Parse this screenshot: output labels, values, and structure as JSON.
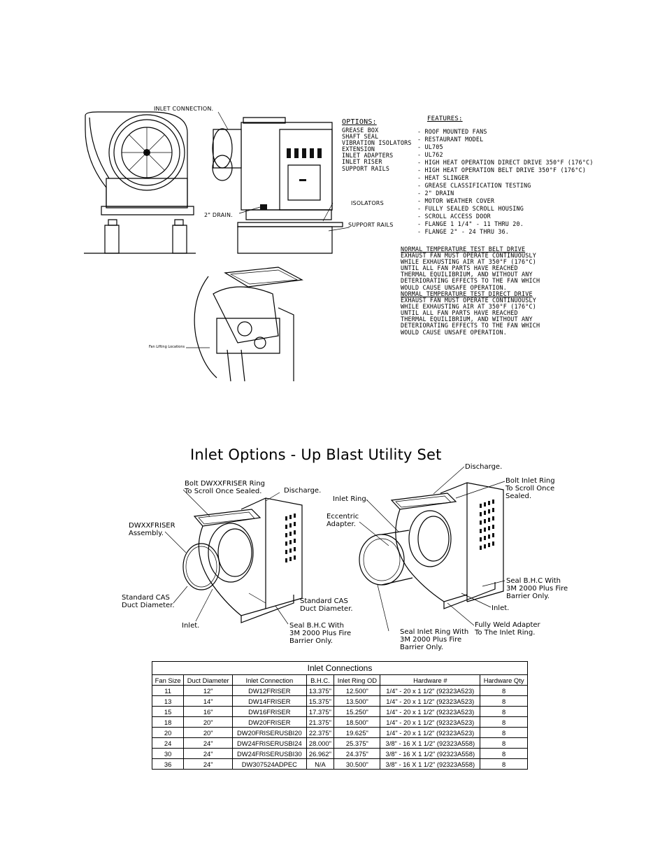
{
  "top_drawing": {
    "labels": {
      "inlet_connection": "INLET CONNECTION.",
      "drain": "2\" DRAIN.",
      "isolators": "ISOLATORS",
      "support_rails": "SUPPORT RAILS",
      "fan_lifting": "Fan Lifting Locations"
    },
    "options_title": "OPTIONS:",
    "options": [
      "GREASE BOX",
      "SHAFT SEAL",
      "VIBRATION ISOLATORS",
      "EXTENSION",
      "INLET ADAPTERS",
      "INLET RISER",
      "SUPPORT RAILS"
    ],
    "features_title": "FEATURES:",
    "features": [
      "- ROOF MOUNTED FANS",
      "- RESTAURANT MODEL",
      "- UL705",
      "- UL762",
      "- HIGH HEAT OPERATION DIRECT DRIVE 350°F (176°C)",
      "- HIGH HEAT OPERATION BELT DRIVE 350°F (176°C)",
      "- HEAT SLINGER",
      "- GREASE CLASSIFICATION TESTING",
      "- 2\" DRAIN",
      "- MOTOR WEATHER COVER",
      "- FULLY SEALED SCROLL HOUSING",
      "- SCROLL ACCESS DOOR",
      "- FLANGE 1 1/4\" - 11 THRU 20.",
      "- FLANGE 2\" - 24 THRU 36."
    ],
    "belt_drive_title": "NORMAL TEMPERATURE TEST BELT DRIVE",
    "belt_drive_text": [
      "EXHAUST FAN MUST OPERATE CONTINUOUSLY",
      "WHILE EXHAUSTING AIR AT 350°F (176°C)",
      "UNTIL ALL FAN PARTS HAVE REACHED",
      "THERMAL EQUILIBRIUM, AND WITHOUT ANY",
      "DETERIORATING EFFECTS TO THE FAN WHICH",
      "WOULD CAUSE UNSAFE OPERATION."
    ],
    "direct_drive_title": "NORMAL TEMPERATURE TEST DIRECT DRIVE",
    "direct_drive_text": [
      "EXHAUST FAN MUST OPERATE CONTINUOUSLY",
      "WHILE EXHAUSTING AIR AT 350°F (176°C)",
      "UNTIL ALL FAN PARTS HAVE REACHED",
      "THERMAL EQUILIBRIUM, AND WITHOUT ANY",
      "DETERIORATING EFFECTS TO THE FAN WHICH",
      "WOULD CAUSE UNSAFE OPERATION."
    ]
  },
  "inlet_options": {
    "title": "Inlet Options - Up Blast Utility Set",
    "left": {
      "bolt_ring": "Bolt DWXXFRISER Ring\nTo Scroll Once Sealed.",
      "discharge": "Discharge.",
      "assembly": "DWXXFRISER\nAssembly.",
      "standard_cas": "Standard CAS\nDuct Diameter.",
      "inlet": "Inlet.",
      "standard_cas_2": "Standard CAS\nDuct Diameter.",
      "seal_bhc": "Seal B.H.C With\n3M 2000 Plus Fire\nBarrier Only."
    },
    "right": {
      "discharge": "Discharge.",
      "bolt_inlet_ring": "Bolt Inlet Ring\nTo Scroll Once\nSealed.",
      "inlet_ring": "Inlet Ring.",
      "eccentric": "Eccentric\nAdapter.",
      "seal_bhc": "Seal B.H.C With\n3M 2000 Plus Fire\nBarrier Only.",
      "inlet": "Inlet.",
      "weld": "Fully Weld Adapter\nTo The Inlet Ring.",
      "seal_inlet_ring": "Seal Inlet Ring With\n3M 2000 Plus Fire\nBarrier Only."
    }
  },
  "inlet_connections": {
    "caption": "Inlet Connections",
    "headers": [
      "Fan Size",
      "Duct Diameter",
      "Inlet Connection",
      "B.H.C.",
      "Inlet Ring OD",
      "Hardware #",
      "Hardware Qty"
    ],
    "rows": [
      [
        "11",
        "12\"",
        "DW12FRISER",
        "13.375\"",
        "12.500\"",
        "1/4\" - 20 x 1 1/2\" (92323A523)",
        "8"
      ],
      [
        "13",
        "14\"",
        "DW14FRISER",
        "15.375\"",
        "13.500\"",
        "1/4\" - 20 x 1 1/2\" (92323A523)",
        "8"
      ],
      [
        "15",
        "16\"",
        "DW16FRISER",
        "17.375\"",
        "15.250\"",
        "1/4\" - 20 x 1 1/2\" (92323A523)",
        "8"
      ],
      [
        "18",
        "20\"",
        "DW20FRISER",
        "21.375\"",
        "18.500\"",
        "1/4\" - 20 x 1 1/2\" (92323A523)",
        "8"
      ],
      [
        "20",
        "20\"",
        "DW20FRISERUSBI20",
        "22.375\"",
        "19.625\"",
        "1/4\" - 20 x 1 1/2\" (92323A523)",
        "8"
      ],
      [
        "24",
        "24\"",
        "DW24FRISERUSBI24",
        "28.000\"",
        "25.375\"",
        "3/8\" - 16 X 1 1/2\" (92323A558)",
        "8"
      ],
      [
        "30",
        "24\"",
        "DW24FRISERUSBI30",
        "26.962\"",
        "24.375\"",
        "3/8\" - 16 X 1 1/2\" (92323A558)",
        "8"
      ],
      [
        "36",
        "24\"",
        "DW307524ADPEC",
        "N/A",
        "30.500\"",
        "3/8\" - 16 X 1 1/2\" (92323A558)",
        "8"
      ]
    ]
  }
}
